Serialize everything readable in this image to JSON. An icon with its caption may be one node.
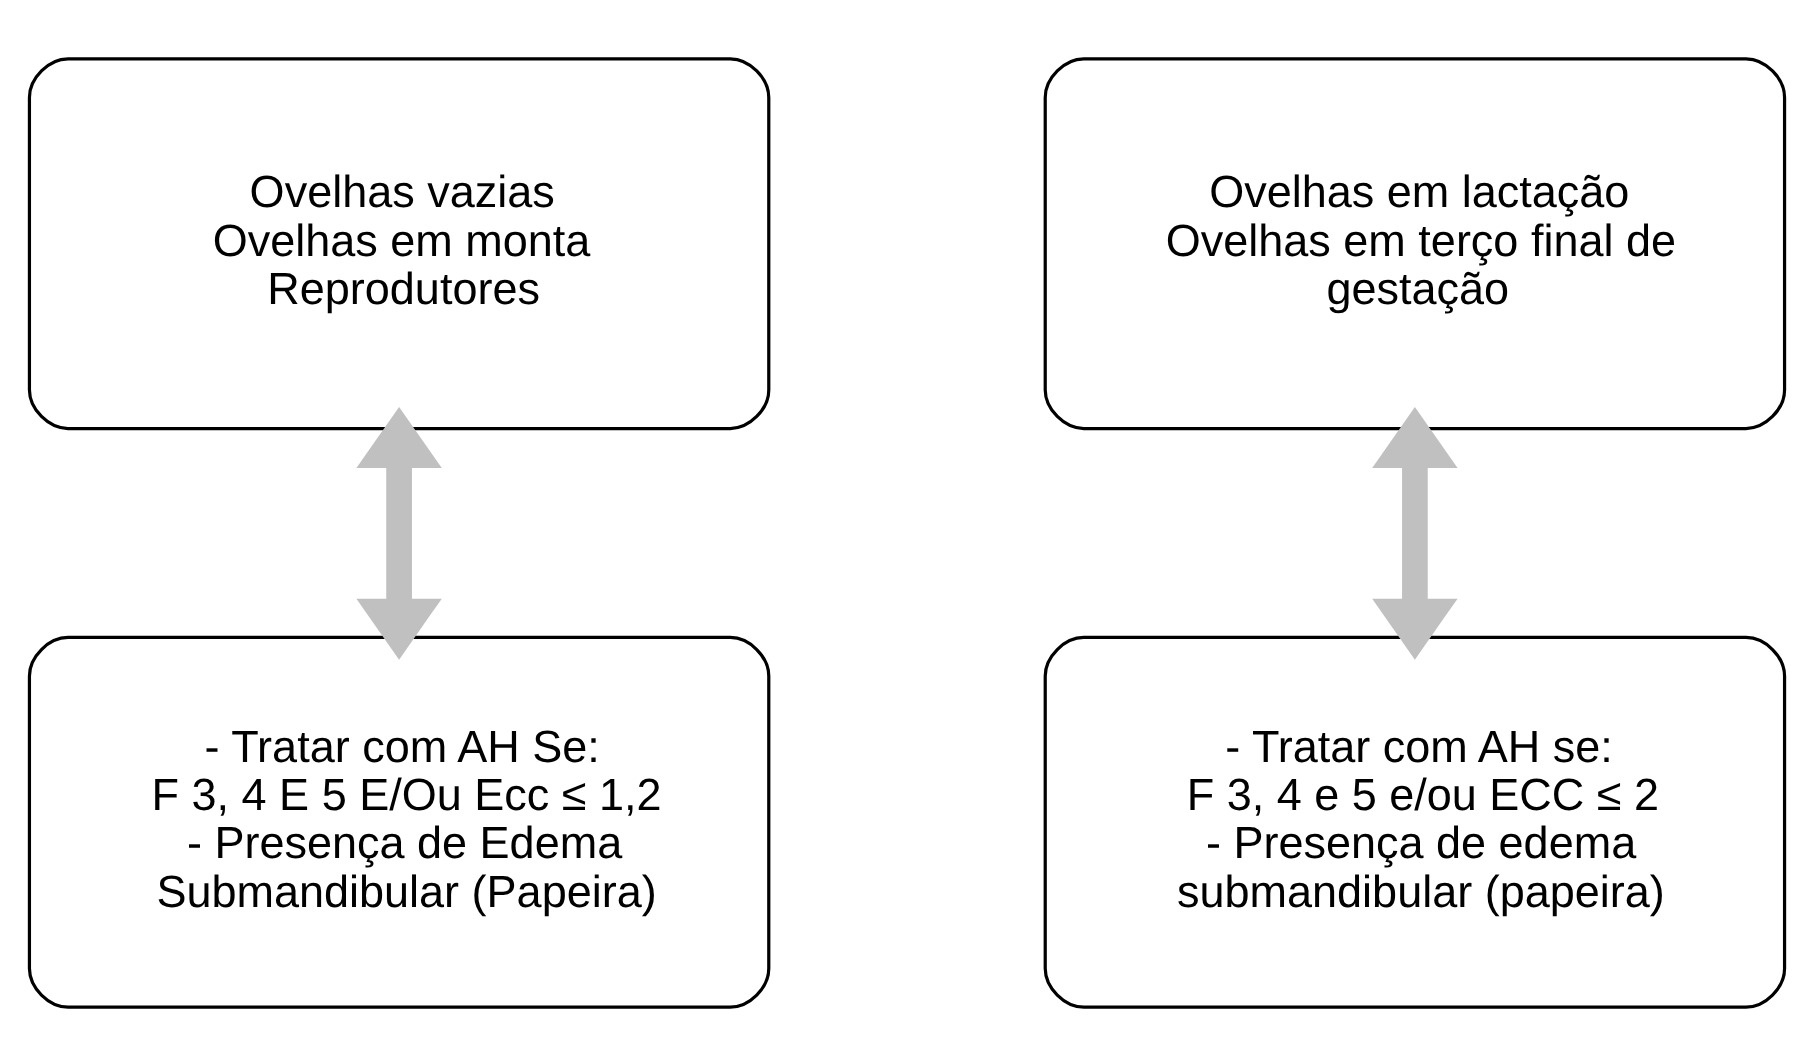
{
  "diagram": {
    "nodes": [
      {
        "text": [
          "Ovelhas vazias",
          "Ovelhas em monta",
          "Reprodutores"
        ]
      },
      {
        "text": [
          "Ovelhas em lactação",
          "Ovelhas em terço final de gestação"
        ]
      },
      {
        "text": [
          "- Tratar com AH Se:",
          "F 3, 4 E 5 E/Ou Ecc ≤ 1,2",
          "- Presença de Edema Submandibular (Papeira)"
        ]
      },
      {
        "text": [
          "- Tratar com AH se:",
          "F 3, 4 e 5 e/ou ECC ≤ 2",
          "- Presença de edema submandibular (papeira)"
        ]
      }
    ],
    "edges": [
      {
        "from": 0,
        "to": 2,
        "arrow": "both"
      },
      {
        "from": 1,
        "to": 3,
        "arrow": "both"
      }
    ]
  }
}
